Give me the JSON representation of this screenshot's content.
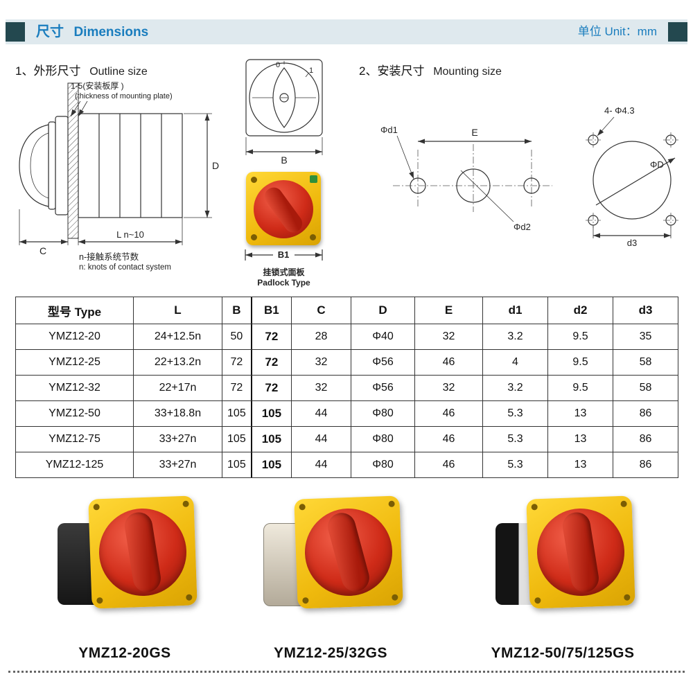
{
  "header": {
    "title_cn": "尺寸",
    "title_en": "Dimensions",
    "unit": "单位 Unit：mm"
  },
  "sections": {
    "outline": {
      "num": "1、",
      "cn": "外形尺寸",
      "en": "Outline size"
    },
    "mounting": {
      "num": "2、",
      "cn": "安装尺寸",
      "en": "Mounting size"
    }
  },
  "outline_drawing": {
    "thickness_cn": "1-5(安装板厚 )",
    "thickness_en": "(thickness of mounting plate)",
    "dim_D": "D",
    "dim_C": "C",
    "dim_L": "L n~10",
    "knots_cn": "n-接触系统节数",
    "knots_en": "n: knots of contact system",
    "pos_0": "0",
    "pos_1": "1",
    "dim_B": "B",
    "dim_B1": "B1",
    "padlock_cn": "挂锁式面板",
    "padlock_en": "Padlock Type"
  },
  "mounting_drawing": {
    "d1": "Φd1",
    "E": "E",
    "d2": "Φd2",
    "holes": "4- Φ4.3",
    "D": "ΦD",
    "d3": "d3"
  },
  "table": {
    "headers": [
      "型号 Type",
      "L",
      "B",
      "B1",
      "C",
      "D",
      "E",
      "d1",
      "d2",
      "d3"
    ],
    "rows": [
      [
        "YMZ12-20",
        "24+12.5n",
        "50",
        "72",
        "28",
        "Φ40",
        "32",
        "3.2",
        "9.5",
        "35"
      ],
      [
        "YMZ12-25",
        "22+13.2n",
        "72",
        "72",
        "32",
        "Φ56",
        "46",
        "4",
        "9.5",
        "58"
      ],
      [
        "YMZ12-32",
        "22+17n",
        "72",
        "72",
        "32",
        "Φ56",
        "32",
        "3.2",
        "9.5",
        "58"
      ],
      [
        "YMZ12-50",
        "33+18.8n",
        "105",
        "105",
        "44",
        "Φ80",
        "46",
        "5.3",
        "13",
        "86"
      ],
      [
        "YMZ12-75",
        "33+27n",
        "105",
        "105",
        "44",
        "Φ80",
        "46",
        "5.3",
        "13",
        "86"
      ],
      [
        "YMZ12-125",
        "33+27n",
        "105",
        "105",
        "44",
        "Φ80",
        "46",
        "5.3",
        "13",
        "86"
      ]
    ]
  },
  "products": [
    {
      "label": "YMZ12-20GS"
    },
    {
      "label": "YMZ12-25/32GS"
    },
    {
      "label": "YMZ12-50/75/125GS"
    }
  ],
  "colors": {
    "accent_blue": "#1a7dbe",
    "header_bg": "#dfe9ee",
    "dark_square": "#23484f",
    "plate_yellow": "#efb90d",
    "knob_red": "#cf2b18"
  }
}
